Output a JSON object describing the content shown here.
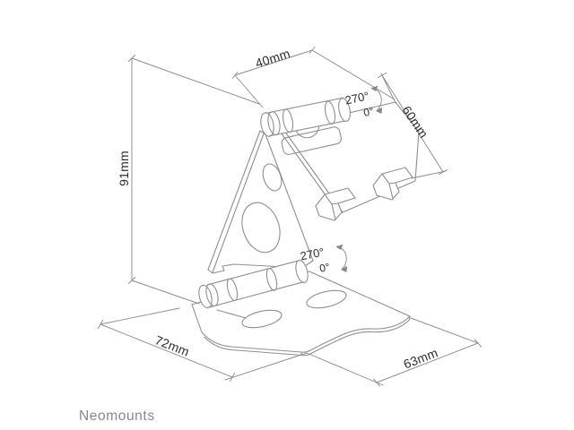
{
  "drawing": {
    "title": "phone-stand-dimensional-drawing",
    "dimensions": {
      "hinge_width": "40mm",
      "support_length": "60mm",
      "overall_height": "91mm",
      "base_depth": "72mm",
      "base_width": "63mm"
    },
    "angles": {
      "top_hinge_max": "270°",
      "top_hinge_min": "0°",
      "bottom_hinge_max": "270°",
      "bottom_hinge_min": "0°"
    },
    "colors": {
      "line": "#8d8f92",
      "label": "#2c2c2c",
      "brand": "#85898d",
      "background": "#ffffff"
    }
  },
  "footer": {
    "brand": "Neomounts"
  }
}
